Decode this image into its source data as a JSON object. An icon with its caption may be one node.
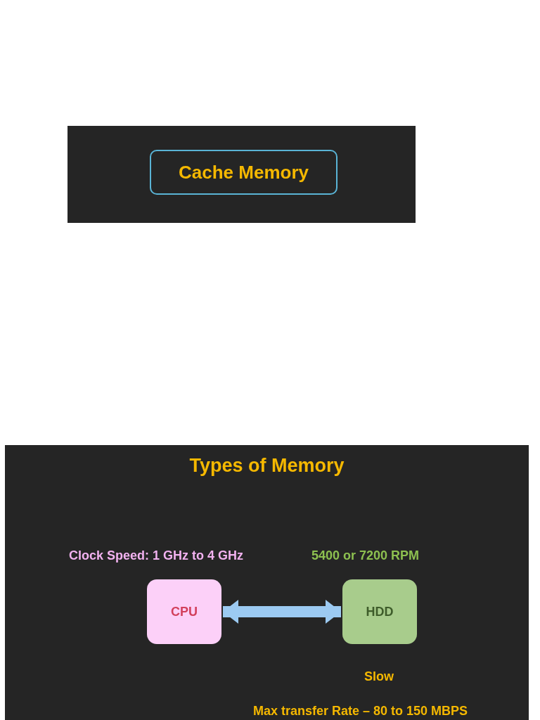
{
  "diagram": {
    "nodes": [
      {
        "text": [],
        "shape": "box"
      },
      {
        "text": [
          "Cache Memory"
        ],
        "in": 0
      },
      {
        "text": [
          "Types of Memory"
        ]
      },
      {
        "text": [
          "CPU"
        ],
        "in": 2,
        "beside": [
          "Clock Speed: 1 GHz to 4 GHz"
        ]
      },
      {
        "text": [
          "HDD"
        ],
        "in": 2,
        "beside": [
          "5400 or 7200 RPM",
          "Slow",
          "Max transfer Rate – 80 to 150 MBPS"
        ]
      }
    ],
    "edges": [
      {
        "from": 3,
        "to": 4,
        "arrow": "both",
        "color": "#9ccaf2"
      }
    ]
  }
}
